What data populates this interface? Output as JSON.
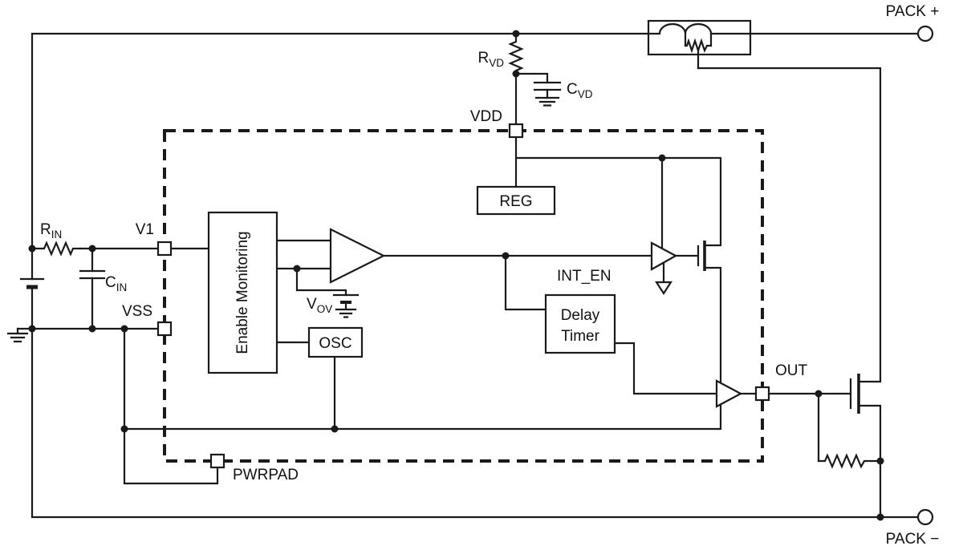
{
  "diagram": {
    "title": "battery protection circuit block diagram",
    "colors": {
      "line": "#1a1a1a",
      "background": "#ffffff"
    },
    "terminals": {
      "pack_plus": "PACK +",
      "pack_minus": "PACK −"
    },
    "pins": {
      "vdd": "VDD",
      "v1": "V1",
      "vss": "VSS",
      "out": "OUT",
      "pwrpad": "PWRPAD"
    },
    "blocks": {
      "enable_monitoring": "Enable Monitoring",
      "reg": "REG",
      "osc": "OSC",
      "delay_timer_line1": "Delay",
      "delay_timer_line2": "Timer"
    },
    "signals": {
      "int_en": "INT_EN"
    },
    "components": {
      "r_in": {
        "base": "R",
        "sub": "IN"
      },
      "c_in": {
        "base": "C",
        "sub": "IN"
      },
      "r_vd": {
        "base": "R",
        "sub": "VD"
      },
      "c_vd": {
        "base": "C",
        "sub": "VD"
      },
      "v_ov": {
        "base": "V",
        "sub": "OV"
      }
    }
  }
}
